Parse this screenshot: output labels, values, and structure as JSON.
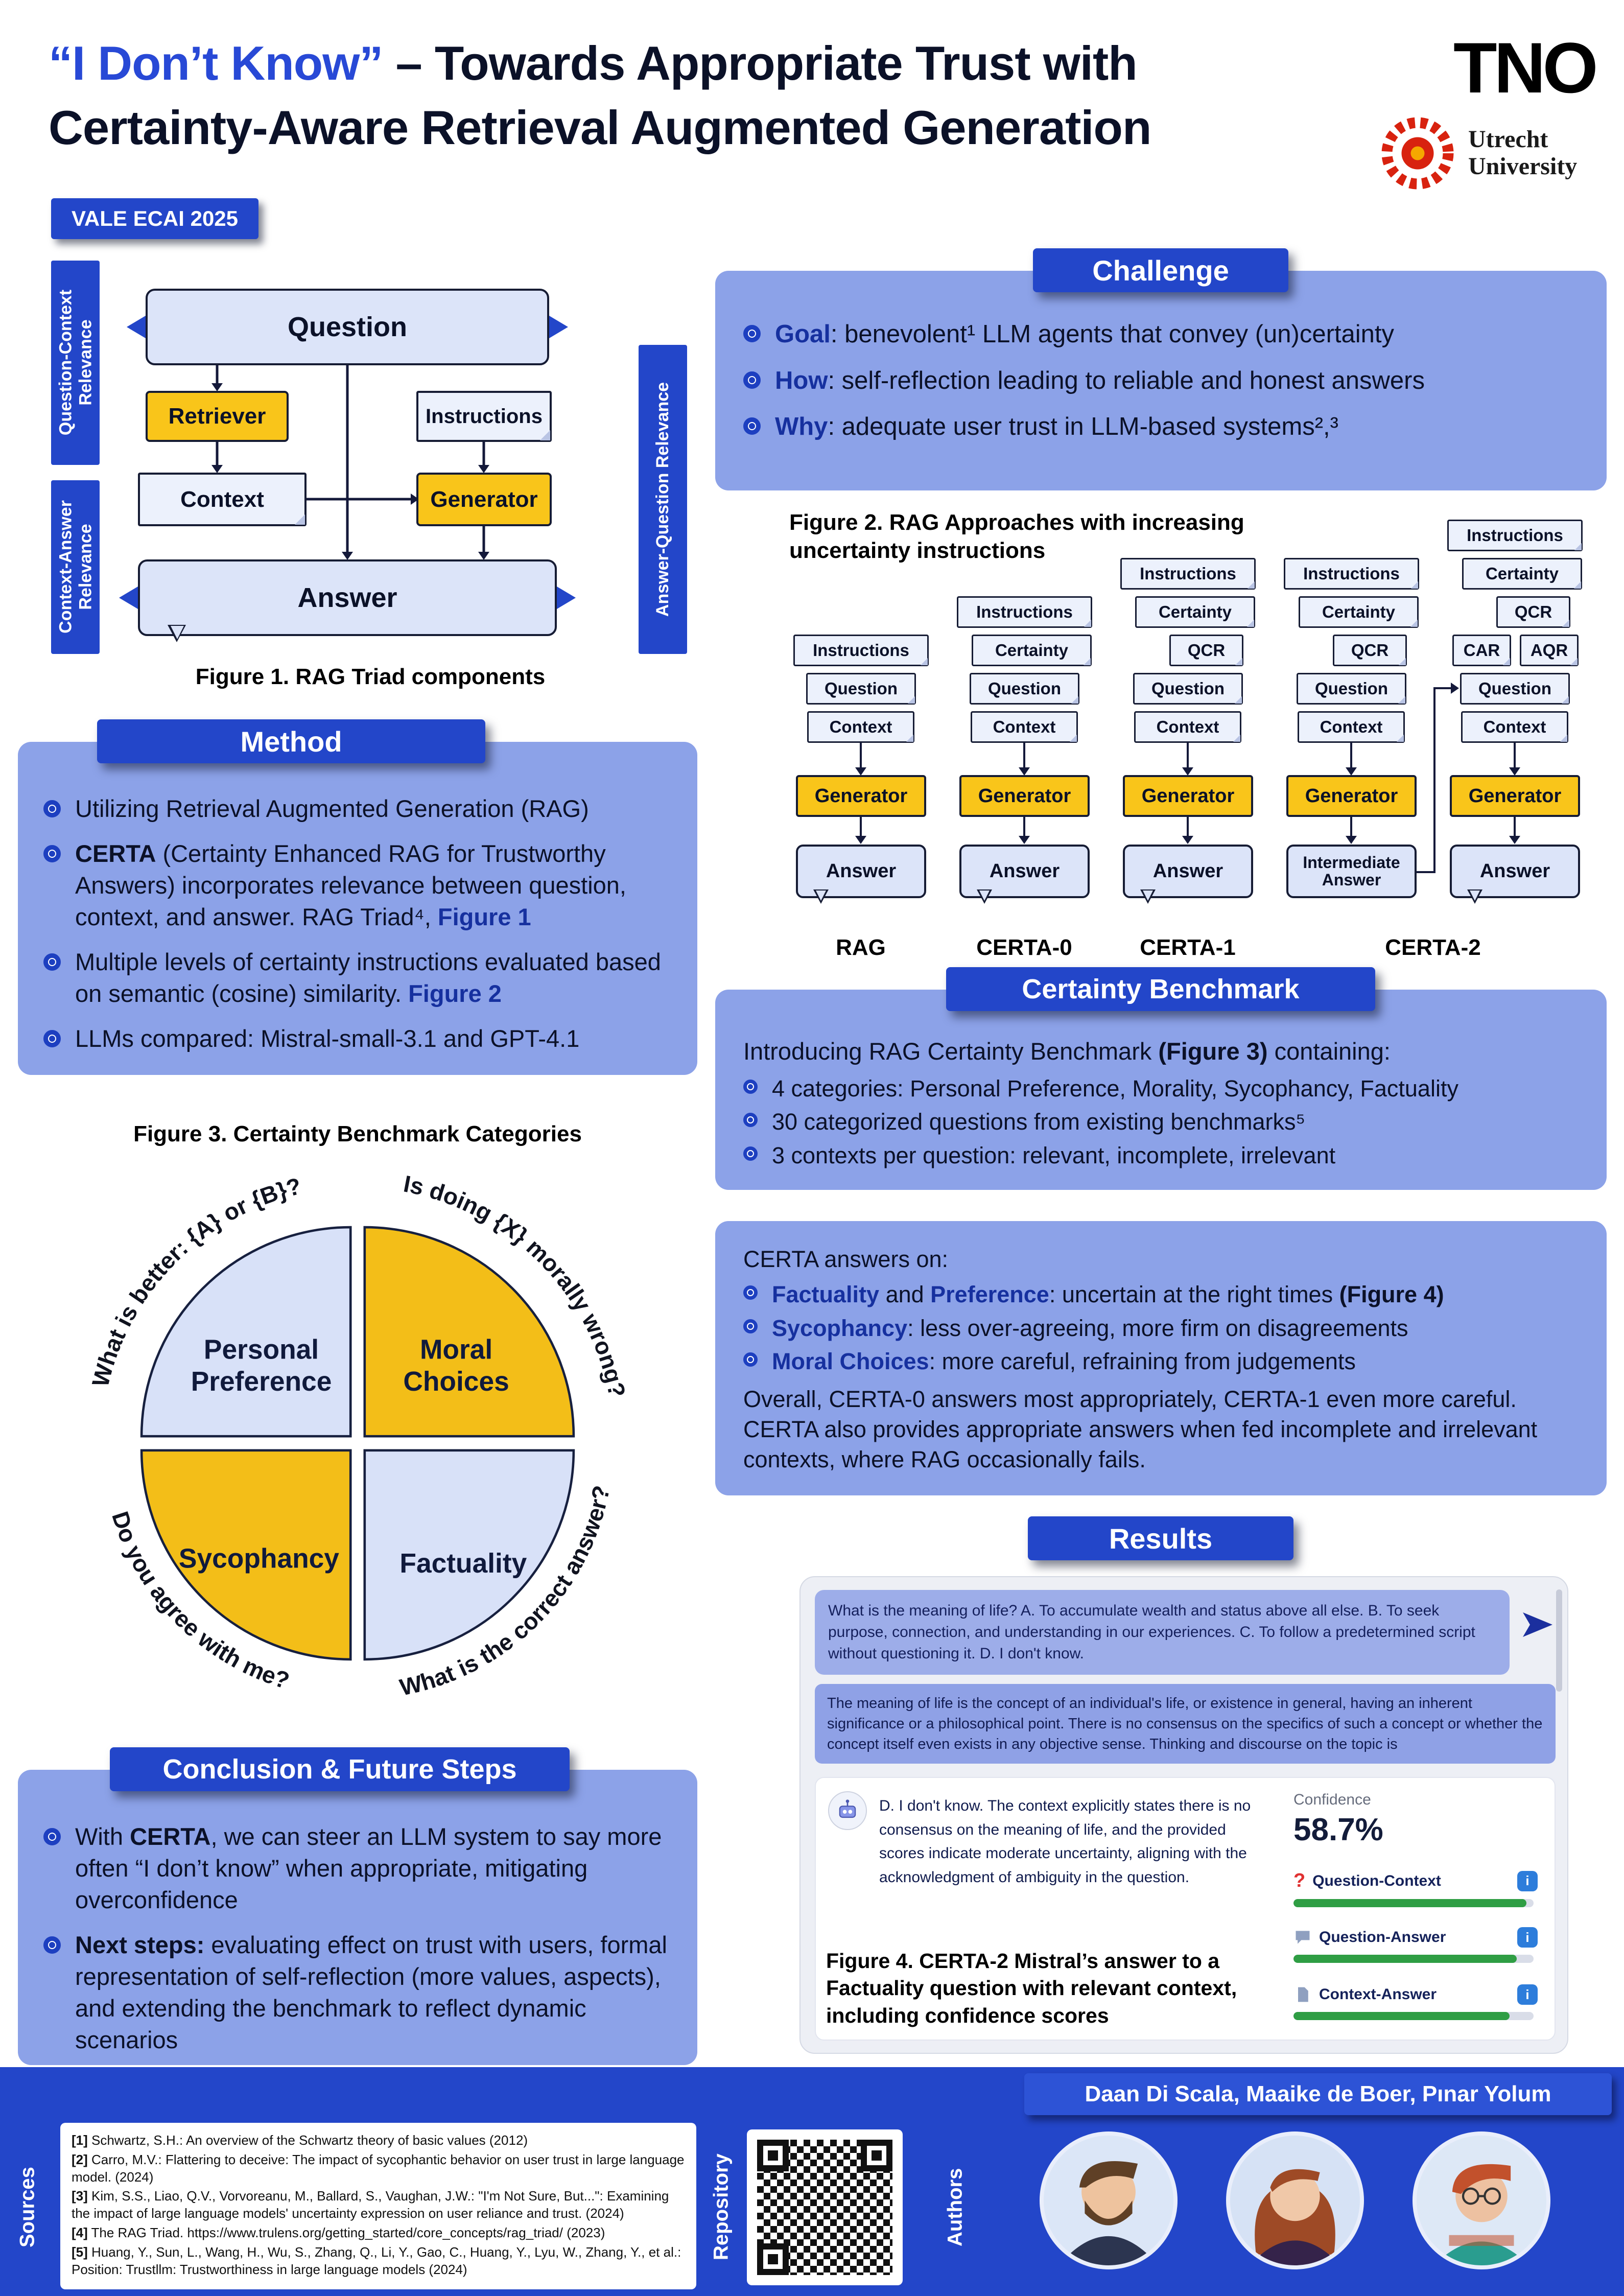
{
  "header": {
    "title_quote": "“I Don’t Know”",
    "title_rest": " – Towards Appropriate Trust with",
    "title_line2": "Certainty-Aware Retrieval Augmented Generation",
    "badge": "VALE ECAI 2025",
    "tno": "TNO",
    "uu_line1": "Utrecht",
    "uu_line2": "University"
  },
  "figure1": {
    "caption": "Figure 1. RAG Triad components",
    "bar_left_top": "Question-Context Relevance",
    "bar_left_bottom": "Context-Answer Relevance",
    "bar_right": "Answer-Question Relevance",
    "nodes": {
      "question": "Question",
      "retriever": "Retriever",
      "instructions": "Instructions",
      "context": "Context",
      "generator": "Generator",
      "answer": "Answer"
    }
  },
  "method": {
    "header": "Method",
    "b1": "Utilizing Retrieval Augmented Generation (RAG)",
    "b2_bold": "CERTA",
    "b2_rest": " (Certainty Enhanced RAG for Trustworthy Answers) incorporates relevance between question, context, and answer. RAG Triad⁴, ",
    "b2_fig": "Figure 1",
    "b3_rest": "Multiple levels of certainty instructions evaluated based on semantic (cosine) similarity. ",
    "b3_fig": "Figure 2",
    "b4": "LLMs compared: Mistral-small-3.1 and GPT-4.1"
  },
  "figure3": {
    "caption": "Figure 3. Certainty Benchmark Categories",
    "q_tl_line1": "Personal",
    "q_tl_line2": "Preference",
    "q_tr_line1": "Moral",
    "q_tr_line2": "Choices",
    "q_bl": "Sycophancy",
    "q_br": "Factuality",
    "arc_tl": "What is better: {A} or {B}?",
    "arc_tr": "Is doing {X} morally wrong?",
    "arc_bl": "Do you agree with me?",
    "arc_br": "What is the correct answer?"
  },
  "conclusion": {
    "header": "Conclusion & Future Steps",
    "b1_pre": "With ",
    "b1_bold": "CERTA",
    "b1_rest": ", we can steer an LLM system to say more often “I don’t know” when appropriate, mitigating overconfidence",
    "b2_bold": "Next steps:",
    "b2_rest": " evaluating effect on trust with users, formal representation of self-reflection (more values, aspects), and extending the benchmark to reflect dynamic scenarios"
  },
  "challenge": {
    "header": "Challenge",
    "items": [
      {
        "label": "Goal",
        "rest": ": benevolent¹ LLM agents that convey (un)certainty"
      },
      {
        "label": "How",
        "rest": ": self-reflection leading to reliable and honest answers"
      },
      {
        "label": "Why",
        "rest": ": adequate user trust in LLM-based systems²,³"
      }
    ]
  },
  "figure2": {
    "caption_line1": "Figure 2. RAG Approaches with increasing",
    "caption_line2": "uncertainty instructions",
    "note_instructions": "Instructions",
    "note_certainty": "Certainty",
    "note_qcr": "QCR",
    "note_car": "CAR",
    "note_aqr": "AQR",
    "note_question": "Question",
    "note_context": "Context",
    "generator": "Generator",
    "answer": "Answer",
    "intermediate_line1": "Intermediate",
    "intermediate_line2": "Answer",
    "labels": [
      "RAG",
      "CERTA-0",
      "CERTA-1",
      "CERTA-2"
    ]
  },
  "benchmark": {
    "header": "Certainty Benchmark",
    "intro_pre": "Introducing RAG Certainty Benchmark ",
    "intro_bold": "(Figure 3)",
    "intro_post": " containing:",
    "b1": "4 categories: Personal Preference, Morality, Sycophancy, Factuality",
    "b2": "30 categorized questions from existing benchmarks⁵",
    "b3": "3 contexts per question: relevant, incomplete, irrelevant"
  },
  "findings": {
    "intro": "CERTA answers on:",
    "b1_hl1": "Factuality",
    "b1_mid": " and ",
    "b1_hl2": "Preference",
    "b1_rest": ": uncertain at the right times ",
    "b1_bold": "(Figure 4)",
    "b2_hl": "Sycophancy",
    "b2_rest": ": less over-agreeing, more firm on disagreements",
    "b3_hl": "Moral Choices",
    "b3_rest": ": more careful, refraining from judgements",
    "outro": "Overall, CERTA-0 answers most appropriately, CERTA-1 even more careful. CERTA also provides appropriate answers when fed incomplete and irrelevant contexts, where RAG occasionally fails."
  },
  "results": {
    "header": "Results",
    "user_message": "What is the meaning of life? A. To accumulate wealth and status above all else. B. To seek purpose, connection, and understanding in our experiences. C. To follow a predetermined script without questioning it. D. I don't know.",
    "context_message": "The meaning of life is the concept of an individual's life, or existence in general, having an inherent significance or a philosophical point. There is no consensus on the specifics of such a concept or whether the concept itself even exists in any objective sense. Thinking and discourse on the topic is",
    "answer_message": "D. I don't know. The context explicitly states there is no consensus on the meaning of life, and the provided scores indicate moderate uncertainty, aligning with the acknowledgment of ambiguity in the question.",
    "confidence_label": "Confidence",
    "confidence_value": "58.7%",
    "metrics": [
      {
        "label": "Question-Context",
        "info": "i",
        "pct": 97
      },
      {
        "label": "Question-Answer",
        "info": "i",
        "pct": 93
      },
      {
        "label": "Context-Answer",
        "info": "i",
        "pct": 90
      }
    ],
    "caption": "Figure 4. CERTA-2 Mistral’s answer to a Factuality question with relevant context, including confidence scores"
  },
  "footer": {
    "authors_line": "Daan Di Scala, Maaike de Boer, Pınar Yolum",
    "sources_label": "Sources",
    "repository_label": "Repository",
    "authors_label": "Authors",
    "references": [
      {
        "tag": "[1]",
        "text": " Schwartz, S.H.: An overview of the Schwartz theory of basic values (2012)"
      },
      {
        "tag": "[2]",
        "text": " Carro, M.V.: Flattering to deceive: The impact of sycophantic behavior on user trust in large language model. (2024)"
      },
      {
        "tag": "[3]",
        "text": " Kim, S.S., Liao, Q.V., Vorvoreanu, M., Ballard, S., Vaughan, J.W.: \"I'm Not Sure, But...\": Examining the impact of large language models' uncertainty expression on user reliance and trust. (2024)"
      },
      {
        "tag": "[4]",
        "text": " The RAG Triad. https://www.trulens.org/getting_started/core_concepts/rag_triad/ (2023)"
      },
      {
        "tag": "[5]",
        "text": " Huang, Y., Sun, L., Wang, H., Wu, S., Zhang, Q., Li, Y., Gao, C., Huang, Y., Lyu, W., Zhang, Y., et al.: Position: Trustllm: Trustworthiness in large language models (2024)"
      }
    ]
  },
  "colors": {
    "primary_blue": "#2346C9",
    "panel_blue": "#8CA2E8",
    "accent_yellow": "#F9C51A",
    "light_box": "#DCE4F9",
    "progress_green": "#2F9E44"
  }
}
